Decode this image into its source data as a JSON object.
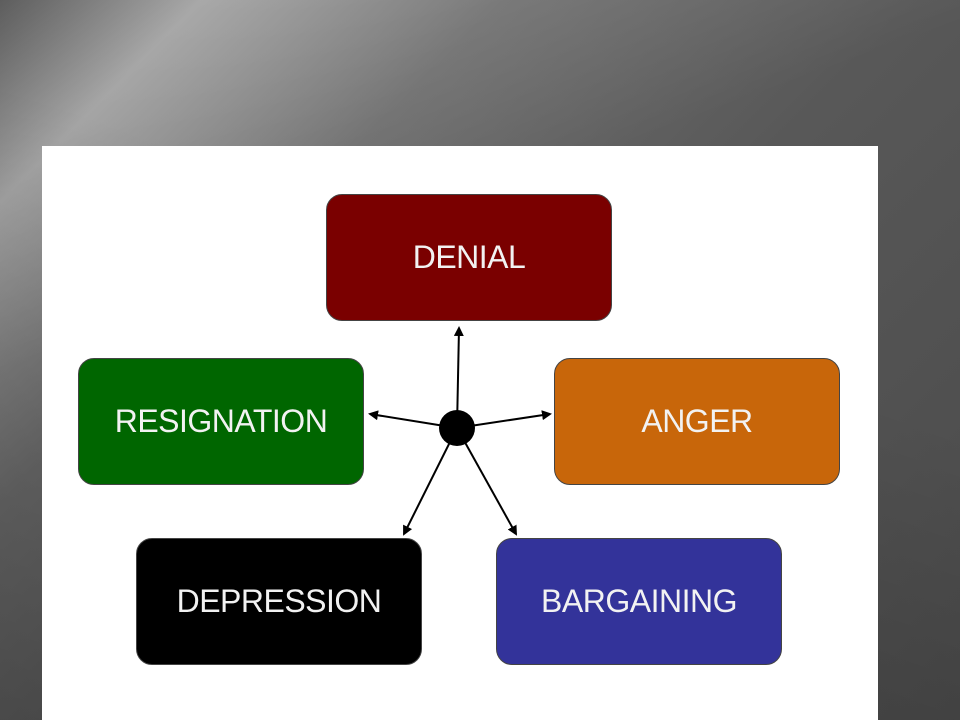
{
  "diagram": {
    "stages": [
      {
        "id": "denial",
        "label": "DENIAL",
        "color": "#7a0000"
      },
      {
        "id": "anger",
        "label": "ANGER",
        "color": "#c8660a"
      },
      {
        "id": "bargaining",
        "label": "BARGAINING",
        "color": "#33339a"
      },
      {
        "id": "depression",
        "label": "DEPRESSION",
        "color": "#000000"
      },
      {
        "id": "resignation",
        "label": "RESIGNATION",
        "color": "#006600"
      }
    ],
    "hub_color": "#000000",
    "arrow_color": "#000000",
    "panel_color": "#ffffff"
  }
}
